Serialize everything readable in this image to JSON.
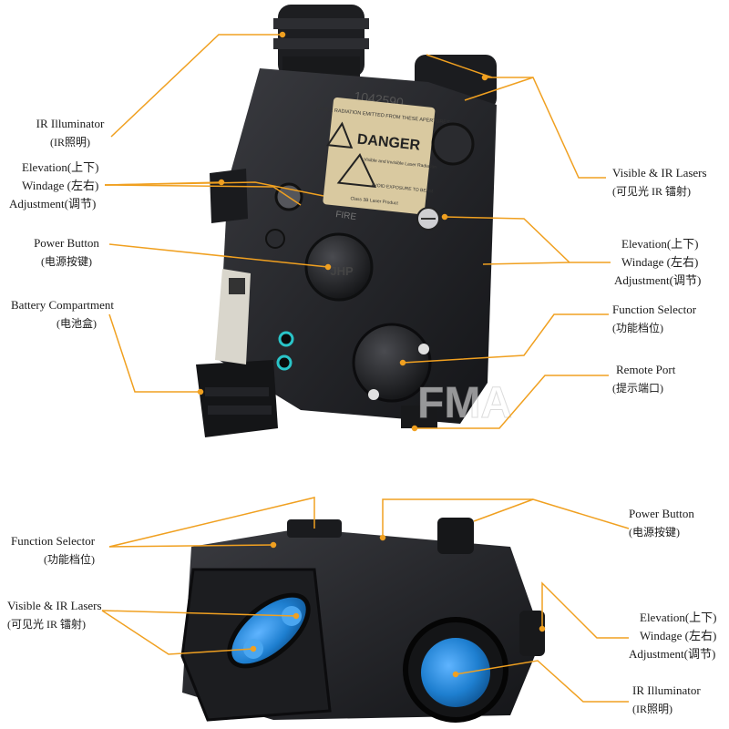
{
  "watermark": "FMA",
  "top_view": {
    "serial": "1042590",
    "danger_label": {
      "header": "LASER RADIATION EMITTED FROM THESE APERTURES",
      "title": "DANGER",
      "line1": "Visible and Invisible Laser Radiation",
      "line2": "AVOID EXPOSURE TO BEAM",
      "line3": "Class 3B Laser Product"
    },
    "button_text": "JHP",
    "fire_text": "FIRE",
    "labels": {
      "ir_illuminator": {
        "en": "IR Illuminator",
        "cn": "(IR照明)"
      },
      "elevation": {
        "en": "Elevation(上下)",
        "windage": "Windage (左右)",
        "adjust": "Adjustment(调节)"
      },
      "power_button": {
        "en": "Power Button",
        "cn": "(电源按键)"
      },
      "battery": {
        "en": "Battery Compartment",
        "cn": "(电池盒)"
      },
      "visible_ir": {
        "en": "Visible & IR Lasers",
        "cn": "(可见光  IR  镭射)"
      },
      "elevation_r": {
        "en": "Elevation(上下)",
        "windage": "Windage (左右)",
        "adjust": "Adjustment(调节)"
      },
      "function_selector": {
        "en": "Function Selector",
        "cn": "(功能档位)"
      },
      "remote_port": {
        "en": "Remote Port",
        "cn": "(提示端口)"
      }
    }
  },
  "bottom_view": {
    "labels": {
      "function_selector": {
        "en": "Function Selector",
        "cn": "(功能档位)"
      },
      "visible_ir": {
        "en": "Visible & IR Lasers",
        "cn": "(可见光  IR  镭射)"
      },
      "power_button": {
        "en": "Power Button",
        "cn": "(电源按键)"
      },
      "elevation": {
        "en": "Elevation(上下)",
        "windage": "Windage (左右)",
        "adjust": "Adjustment(调节)"
      },
      "ir_illuminator": {
        "en": "IR Illuminator",
        "cn": "(IR照明)"
      }
    }
  },
  "colors": {
    "leader_line": "#f0a020",
    "device_body": "#232427",
    "lens_blue": "#1e88d8",
    "danger_label": "#d9c9a0"
  }
}
